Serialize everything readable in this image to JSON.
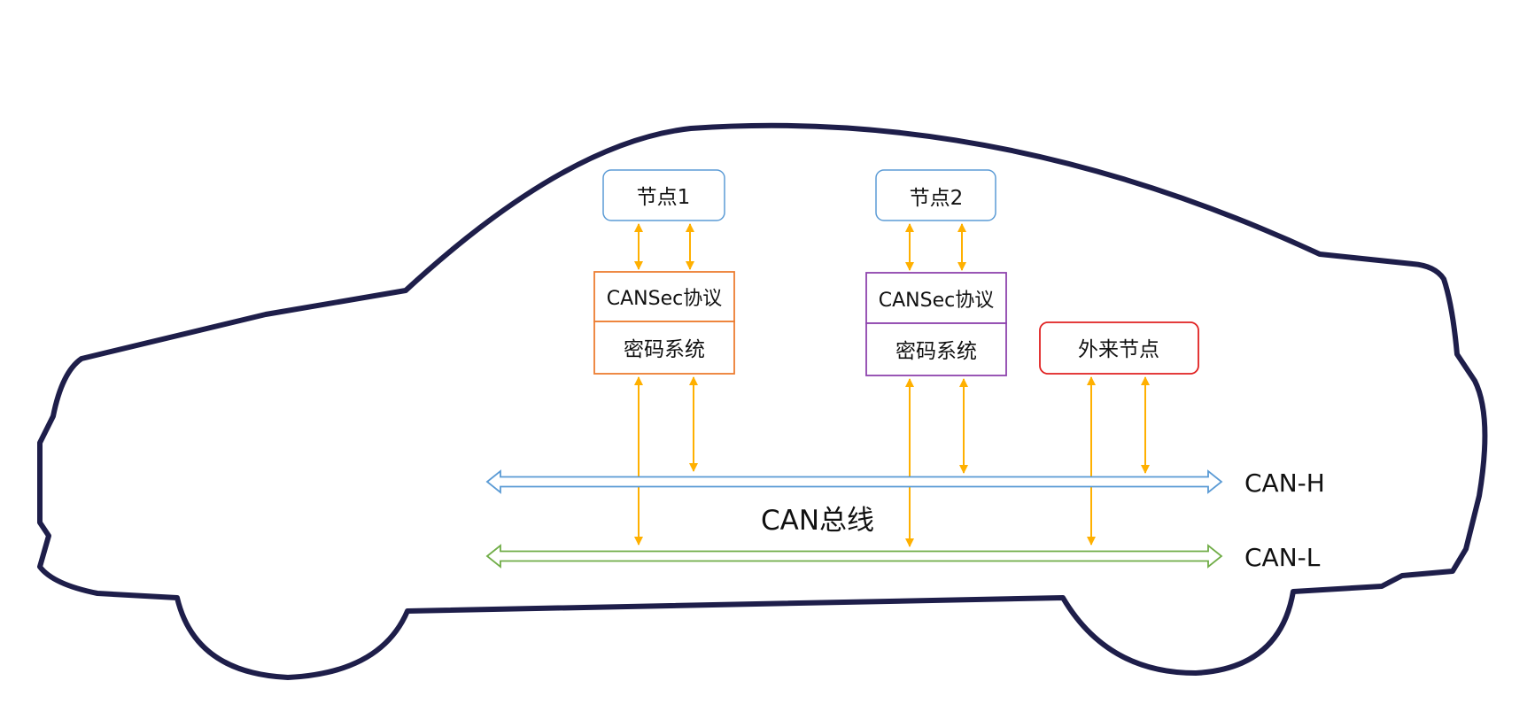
{
  "node1": {
    "label": "节点1",
    "protocol": "CANSec协议",
    "crypto": "密码系统"
  },
  "node2": {
    "label": "节点2",
    "protocol": "CANSec协议",
    "crypto": "密码系统"
  },
  "foreign": {
    "label": "外来节点"
  },
  "bus": {
    "title": "CAN总线",
    "high": "CAN-H",
    "low": "CAN-L"
  },
  "colors": {
    "car_outline": "#1e1e4a",
    "node_box": "#5b9bd5",
    "node1_crypto_box": "#ed7d31",
    "node2_crypto_box": "#8e44ad",
    "foreign_box": "#e02020",
    "arrows": "#ffb000",
    "can_h": "#5b9bd5",
    "can_l": "#70ad47"
  }
}
